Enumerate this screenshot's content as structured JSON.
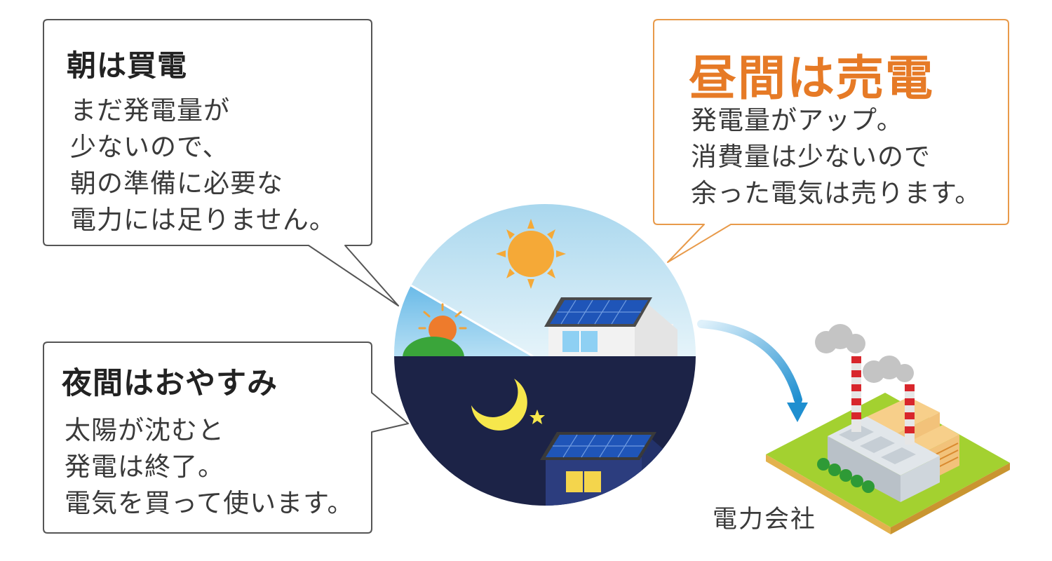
{
  "bubbles": {
    "morning": {
      "title": "朝は買電",
      "lines": [
        "まだ発電量が",
        "少ないので、",
        "朝の準備に必要な",
        "電力には足りません。"
      ]
    },
    "daytime": {
      "title": "昼間は売電",
      "lines": [
        "発電量がアップ。",
        "消費量は少ないので",
        "余った電気は売ります。"
      ]
    },
    "night": {
      "title": "夜間はおやすみ",
      "lines": [
        "太陽が沈むと",
        "発電は終了。",
        "電気を買って使います。"
      ]
    }
  },
  "power_company": {
    "label": "電力会社"
  },
  "colors": {
    "daytime_accent": "#e67a26",
    "night_sky": "#1c2347",
    "day_sky": "#bfe1f1",
    "morning_sky": "#6cbde8",
    "sun": "#f5a937",
    "arrow": "#1f8fd0",
    "ground": "#9ccc2c"
  },
  "icons": [
    "sun-icon",
    "moon-icon",
    "star-icon",
    "solar-house-icon",
    "power-plant-icon",
    "flow-arrow-icon"
  ]
}
